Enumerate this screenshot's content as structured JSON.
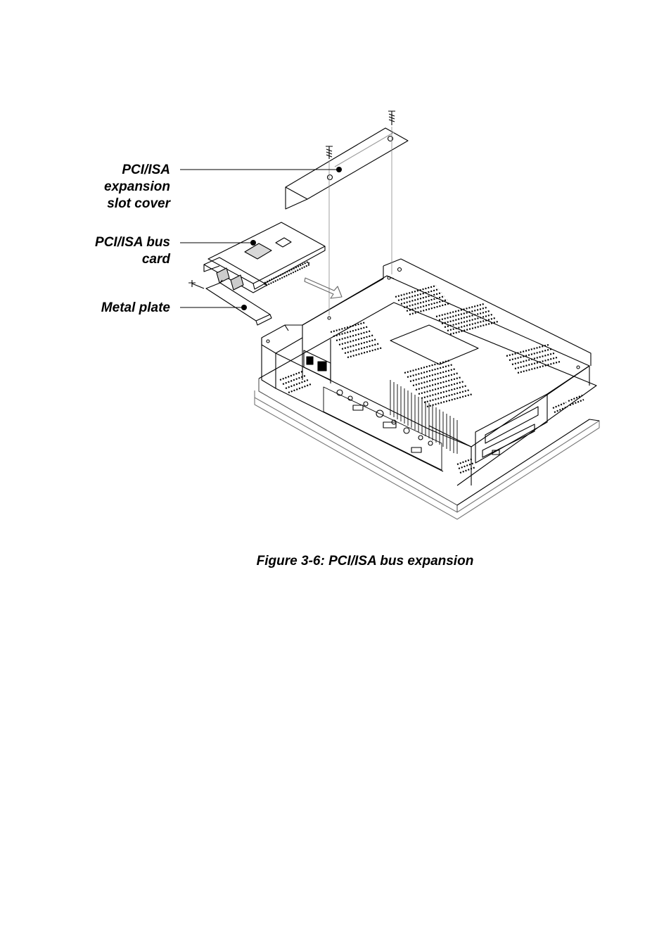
{
  "labels": {
    "slot_cover": [
      "PCI/ISA",
      "expansion",
      "slot cover"
    ],
    "bus_card": [
      "PCI/ISA bus",
      "card"
    ],
    "metal_plate": [
      "Metal plate"
    ]
  },
  "caption": "Figure 3-6: PCI/ISA bus expansion"
}
